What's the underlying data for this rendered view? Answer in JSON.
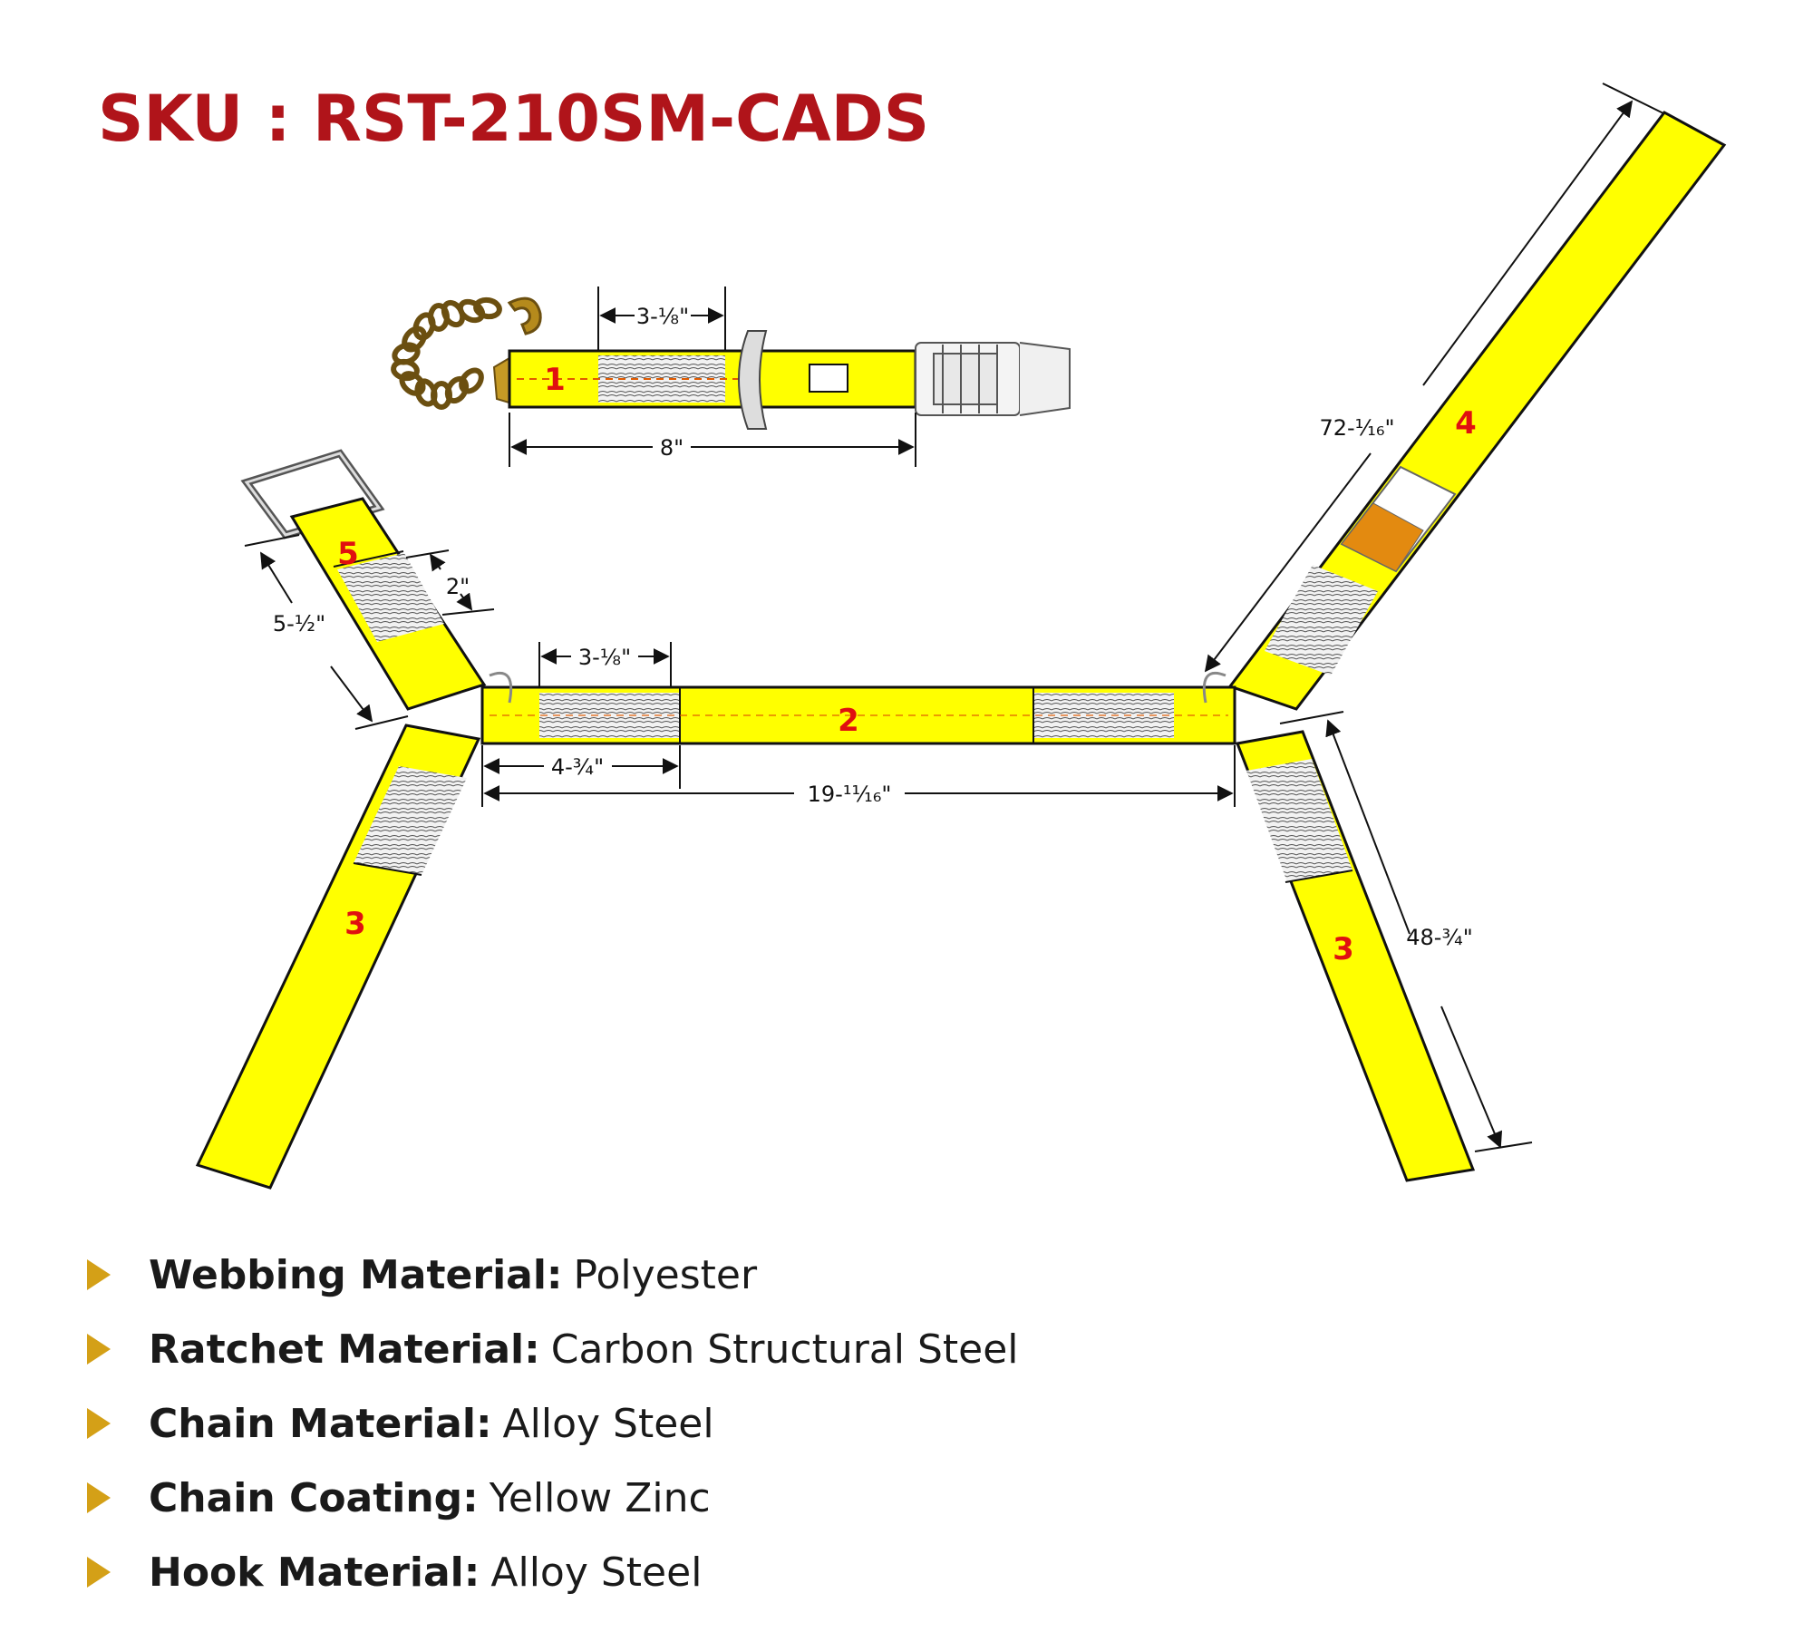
{
  "title": "SKU : RST-210SM-CADS",
  "colors": {
    "title": "#b0141a",
    "strap": "#ffff00",
    "number": "#e01010",
    "bullet": "#d4a017"
  },
  "diagram": {
    "segment_numbers": [
      "1",
      "2",
      "3",
      "3",
      "4",
      "5"
    ],
    "dimensions": {
      "top_stitch": "3-⅛\"",
      "top_total": "8\"",
      "center_stitch": "3-⅛\"",
      "center_end": "4-¾\"",
      "center_length": "19-¹¹⁄₁₆\"",
      "long_strap": "72-¹⁄₁₆\"",
      "right_lower": "48-¾\"",
      "left_short": "5-½\"",
      "width": "2\""
    }
  },
  "specs": [
    {
      "label": "Webbing Material:",
      "value": "Polyester"
    },
    {
      "label": "Ratchet Material:",
      "value": "Carbon Structural Steel"
    },
    {
      "label": "Chain Material:",
      "value": "Alloy Steel"
    },
    {
      "label": "Chain Coating:",
      "value": "Yellow Zinc"
    },
    {
      "label": "Hook Material:",
      "value": "Alloy Steel"
    }
  ]
}
